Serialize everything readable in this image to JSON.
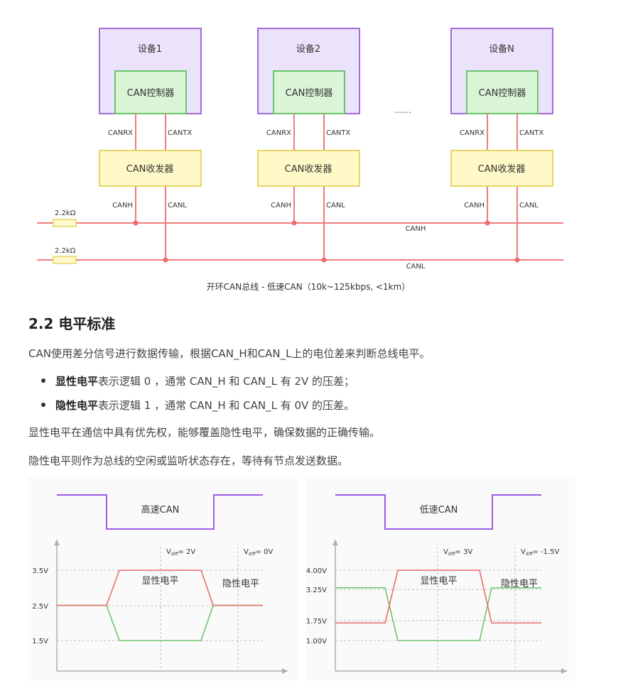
{
  "bus_diagram": {
    "devices": [
      {
        "title": "设备1",
        "controller": "CAN控制器",
        "transceiver": "CAN收发器",
        "rx": "CANRX",
        "tx": "CANTX",
        "h": "CANH",
        "l": "CANL"
      },
      {
        "title": "设备2",
        "controller": "CAN控制器",
        "transceiver": "CAN收发器",
        "rx": "CANRX",
        "tx": "CANTX",
        "h": "CANH",
        "l": "CANL"
      },
      {
        "title": "设备N",
        "controller": "CAN控制器",
        "transceiver": "CAN收发器",
        "rx": "CANRX",
        "tx": "CANTX",
        "h": "CANH",
        "l": "CANL"
      }
    ],
    "ellipsis": "……",
    "resistor_top": "2.2kΩ",
    "resistor_bottom": "2.2kΩ",
    "bus_h_label": "CANH",
    "bus_l_label": "CANL",
    "caption": "开环CAN总线 - 低速CAN（10k~125kbps, <1km）",
    "colors": {
      "device_fill": "#ebe3fb",
      "device_border": "#a36cd9",
      "controller_fill": "#d9f5d6",
      "controller_border": "#6ac46a",
      "transceiver_fill": "#fff8c7",
      "transceiver_border": "#e6d66a",
      "wire": "#ee7b7b"
    }
  },
  "section": {
    "title": "2.2 电平标准",
    "intro": "CAN使用差分信号进行数据传输，根据CAN_H和CAN_L上的电位差来判断总线电平。",
    "bullets": [
      {
        "bold": "显性电平",
        "text": "表示逻辑 0 ，通常 CAN_H 和 CAN_L 有 2V 的压差；"
      },
      {
        "bold": "隐性电平",
        "text": "表示逻辑 1 ，通常 CAN_H 和 CAN_L 有 0V 的压差。"
      }
    ],
    "para1": "显性电平在通信中具有优先权，能够覆盖隐性电平，确保数据的正确传输。",
    "para2": "隐性电平则作为总线的空闲或监听状态存在，等待有节点发送数据。"
  },
  "level_charts": [
    {
      "title": "高速CAN",
      "vdiff_dominant": "= 2V",
      "vdiff_recessive": "= 0V",
      "vdiff_prefix": "V",
      "vdiff_sub": "diff",
      "dominant_label": "显性电平",
      "recessive_label": "隐性电平",
      "y_ticks": [
        "3.5V",
        "2.5V",
        "1.5V"
      ],
      "canh": {
        "recessive": 2.5,
        "dominant": 3.5
      },
      "canl": {
        "recessive": 2.5,
        "dominant": 1.5
      }
    },
    {
      "title": "低速CAN",
      "vdiff_dominant": "= 3V",
      "vdiff_recessive": "= -1.5V",
      "vdiff_prefix": "V",
      "vdiff_sub": "diff",
      "dominant_label": "显性电平",
      "recessive_label": "隐性电平",
      "y_ticks": [
        "4.00V",
        "3.25V",
        "1.75V",
        "1.00V"
      ],
      "canh": {
        "recessive": 1.75,
        "dominant": 4.0
      },
      "canl": {
        "recessive": 3.25,
        "dominant": 1.0
      }
    }
  ],
  "chart_colors": {
    "pulse": "#9b5de5",
    "canh": "#ee6b6b",
    "canl": "#6cc86c",
    "axis": "#b0b0b0",
    "grid": "#bdbdbd"
  }
}
